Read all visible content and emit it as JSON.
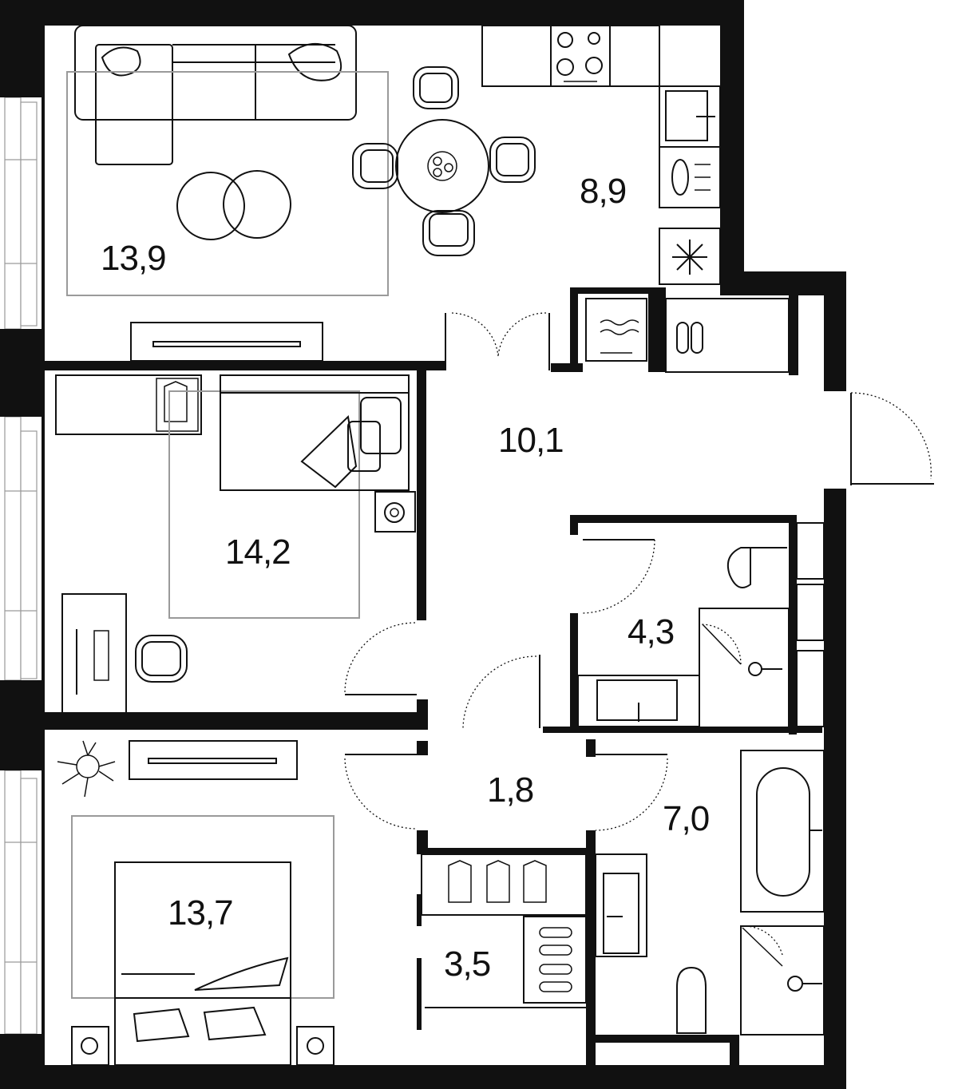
{
  "colors": {
    "wall": "#111111",
    "furniture": "#111111",
    "rug": "#9a9a9a",
    "background": "#ffffff"
  },
  "rooms": [
    {
      "id": "living",
      "area": "13,9"
    },
    {
      "id": "kitchen",
      "area": "8,9"
    },
    {
      "id": "hall",
      "area": "10,1"
    },
    {
      "id": "bedroom-1",
      "area": "14,2"
    },
    {
      "id": "bathroom-small",
      "area": "4,3"
    },
    {
      "id": "corridor",
      "area": "1,8"
    },
    {
      "id": "bathroom-large",
      "area": "7,0"
    },
    {
      "id": "bedroom-2",
      "area": "13,7"
    },
    {
      "id": "wardrobe",
      "area": "3,5"
    }
  ],
  "icons": [
    "sofa-icon",
    "dining-table-icon",
    "stove-icon",
    "sink-icon",
    "dishes-icon",
    "fridge-icon",
    "washing-machine-icon",
    "slippers-icon",
    "bed-icon",
    "desk-icon",
    "chair-icon",
    "plant-icon",
    "bathtub-icon",
    "shower-icon",
    "toilet-icon",
    "shirt-icon",
    "shoes-icon",
    "lamp-icon"
  ]
}
